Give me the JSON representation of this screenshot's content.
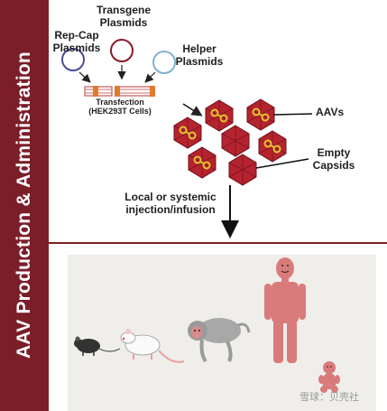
{
  "sidebar": {
    "title": "AAV Production & Administration"
  },
  "labels": {
    "rep_cap": "Rep-Cap\nPlasmids",
    "transgene": "Transgene\nPlasmids",
    "helper": "Helper\nPlasmids",
    "transfection": "Transfection\n(HEK293T Cells)",
    "aavs": "AAVs",
    "empty_capsids": "Empty\nCapsids",
    "injection": "Local or systemic\ninjection/infusion"
  },
  "watermark": "雪球：贝壳社",
  "colors": {
    "sidebar": "#7a1e28",
    "capsid": "#b5232f",
    "human": "#d97b7b",
    "ring": "#e3c52c",
    "plasmid_repcap": "#4b4d9a",
    "plasmid_transgene": "#8a1b2a",
    "plasmid_helper": "#7fb3cc"
  }
}
